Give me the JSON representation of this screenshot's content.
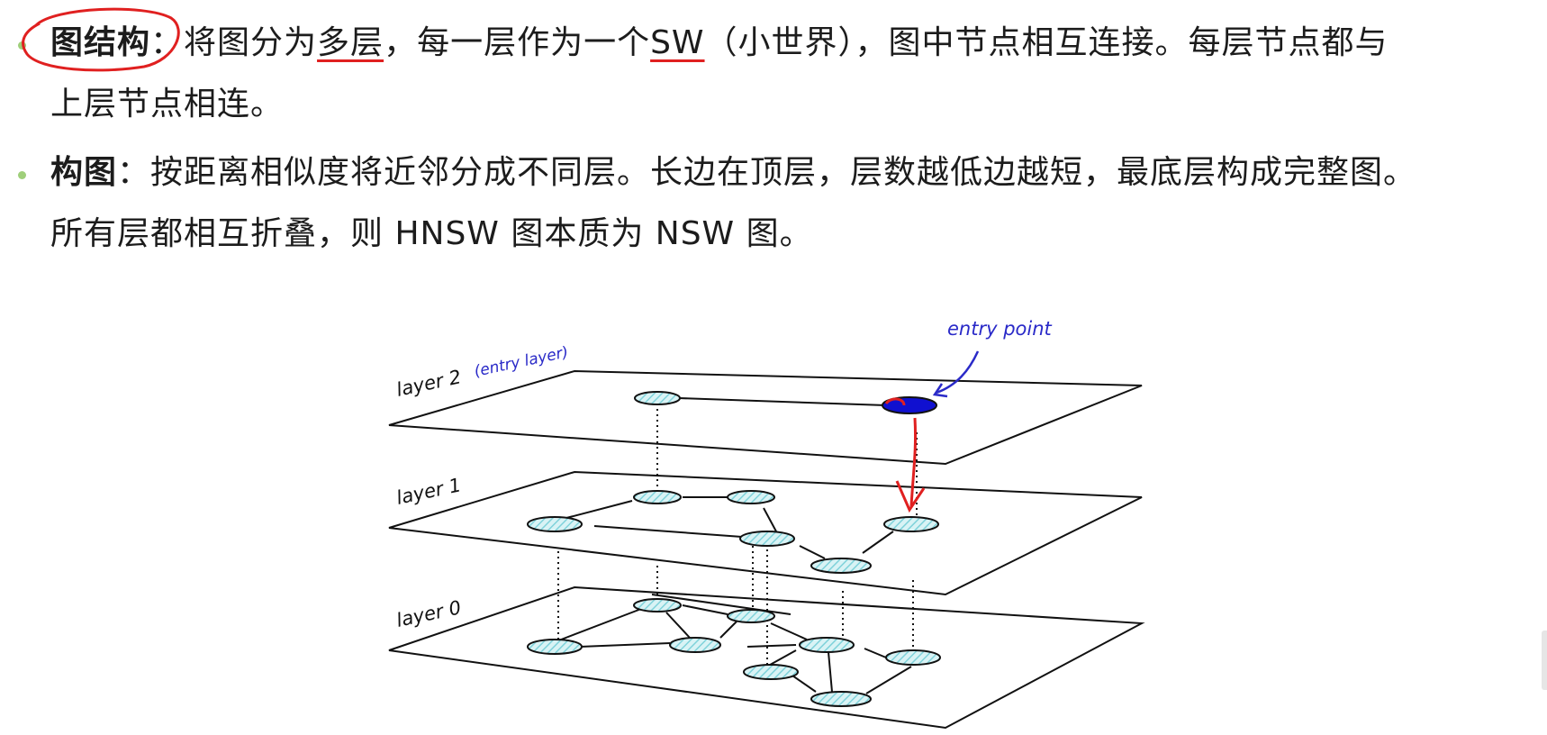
{
  "bullets": [
    {
      "term": "图结构",
      "colon": "：",
      "line1_pre": "将图分为",
      "line1_ul1": "多层",
      "line1_mid": "，每一层作为一个",
      "line1_ul2": "SW",
      "line1_post": "（小世界），图中节点相互连接。每层节点都与",
      "line2": "上层节点相连。"
    },
    {
      "term": "构图",
      "colon": "：",
      "line1": "按距离相似度将近邻分成不同层。长边在顶层，层数越低边越短，最底层构成完整图。",
      "line2": "所有层都相互折叠，则 HNSW 图本质为 NSW 图。"
    }
  ],
  "diagram": {
    "layer2_label": "layer 2",
    "layer2_note": "(entry layer)",
    "layer1_label": "layer 1",
    "layer0_label": "layer 0",
    "entry_point_label": "entry point"
  },
  "colors": {
    "node_fill": "#b9e8ec",
    "entry_node": "#1010d0",
    "annotation_red": "#e02020",
    "annotation_blue": "#2a2ac8",
    "bullet": "#9fcf7a"
  }
}
